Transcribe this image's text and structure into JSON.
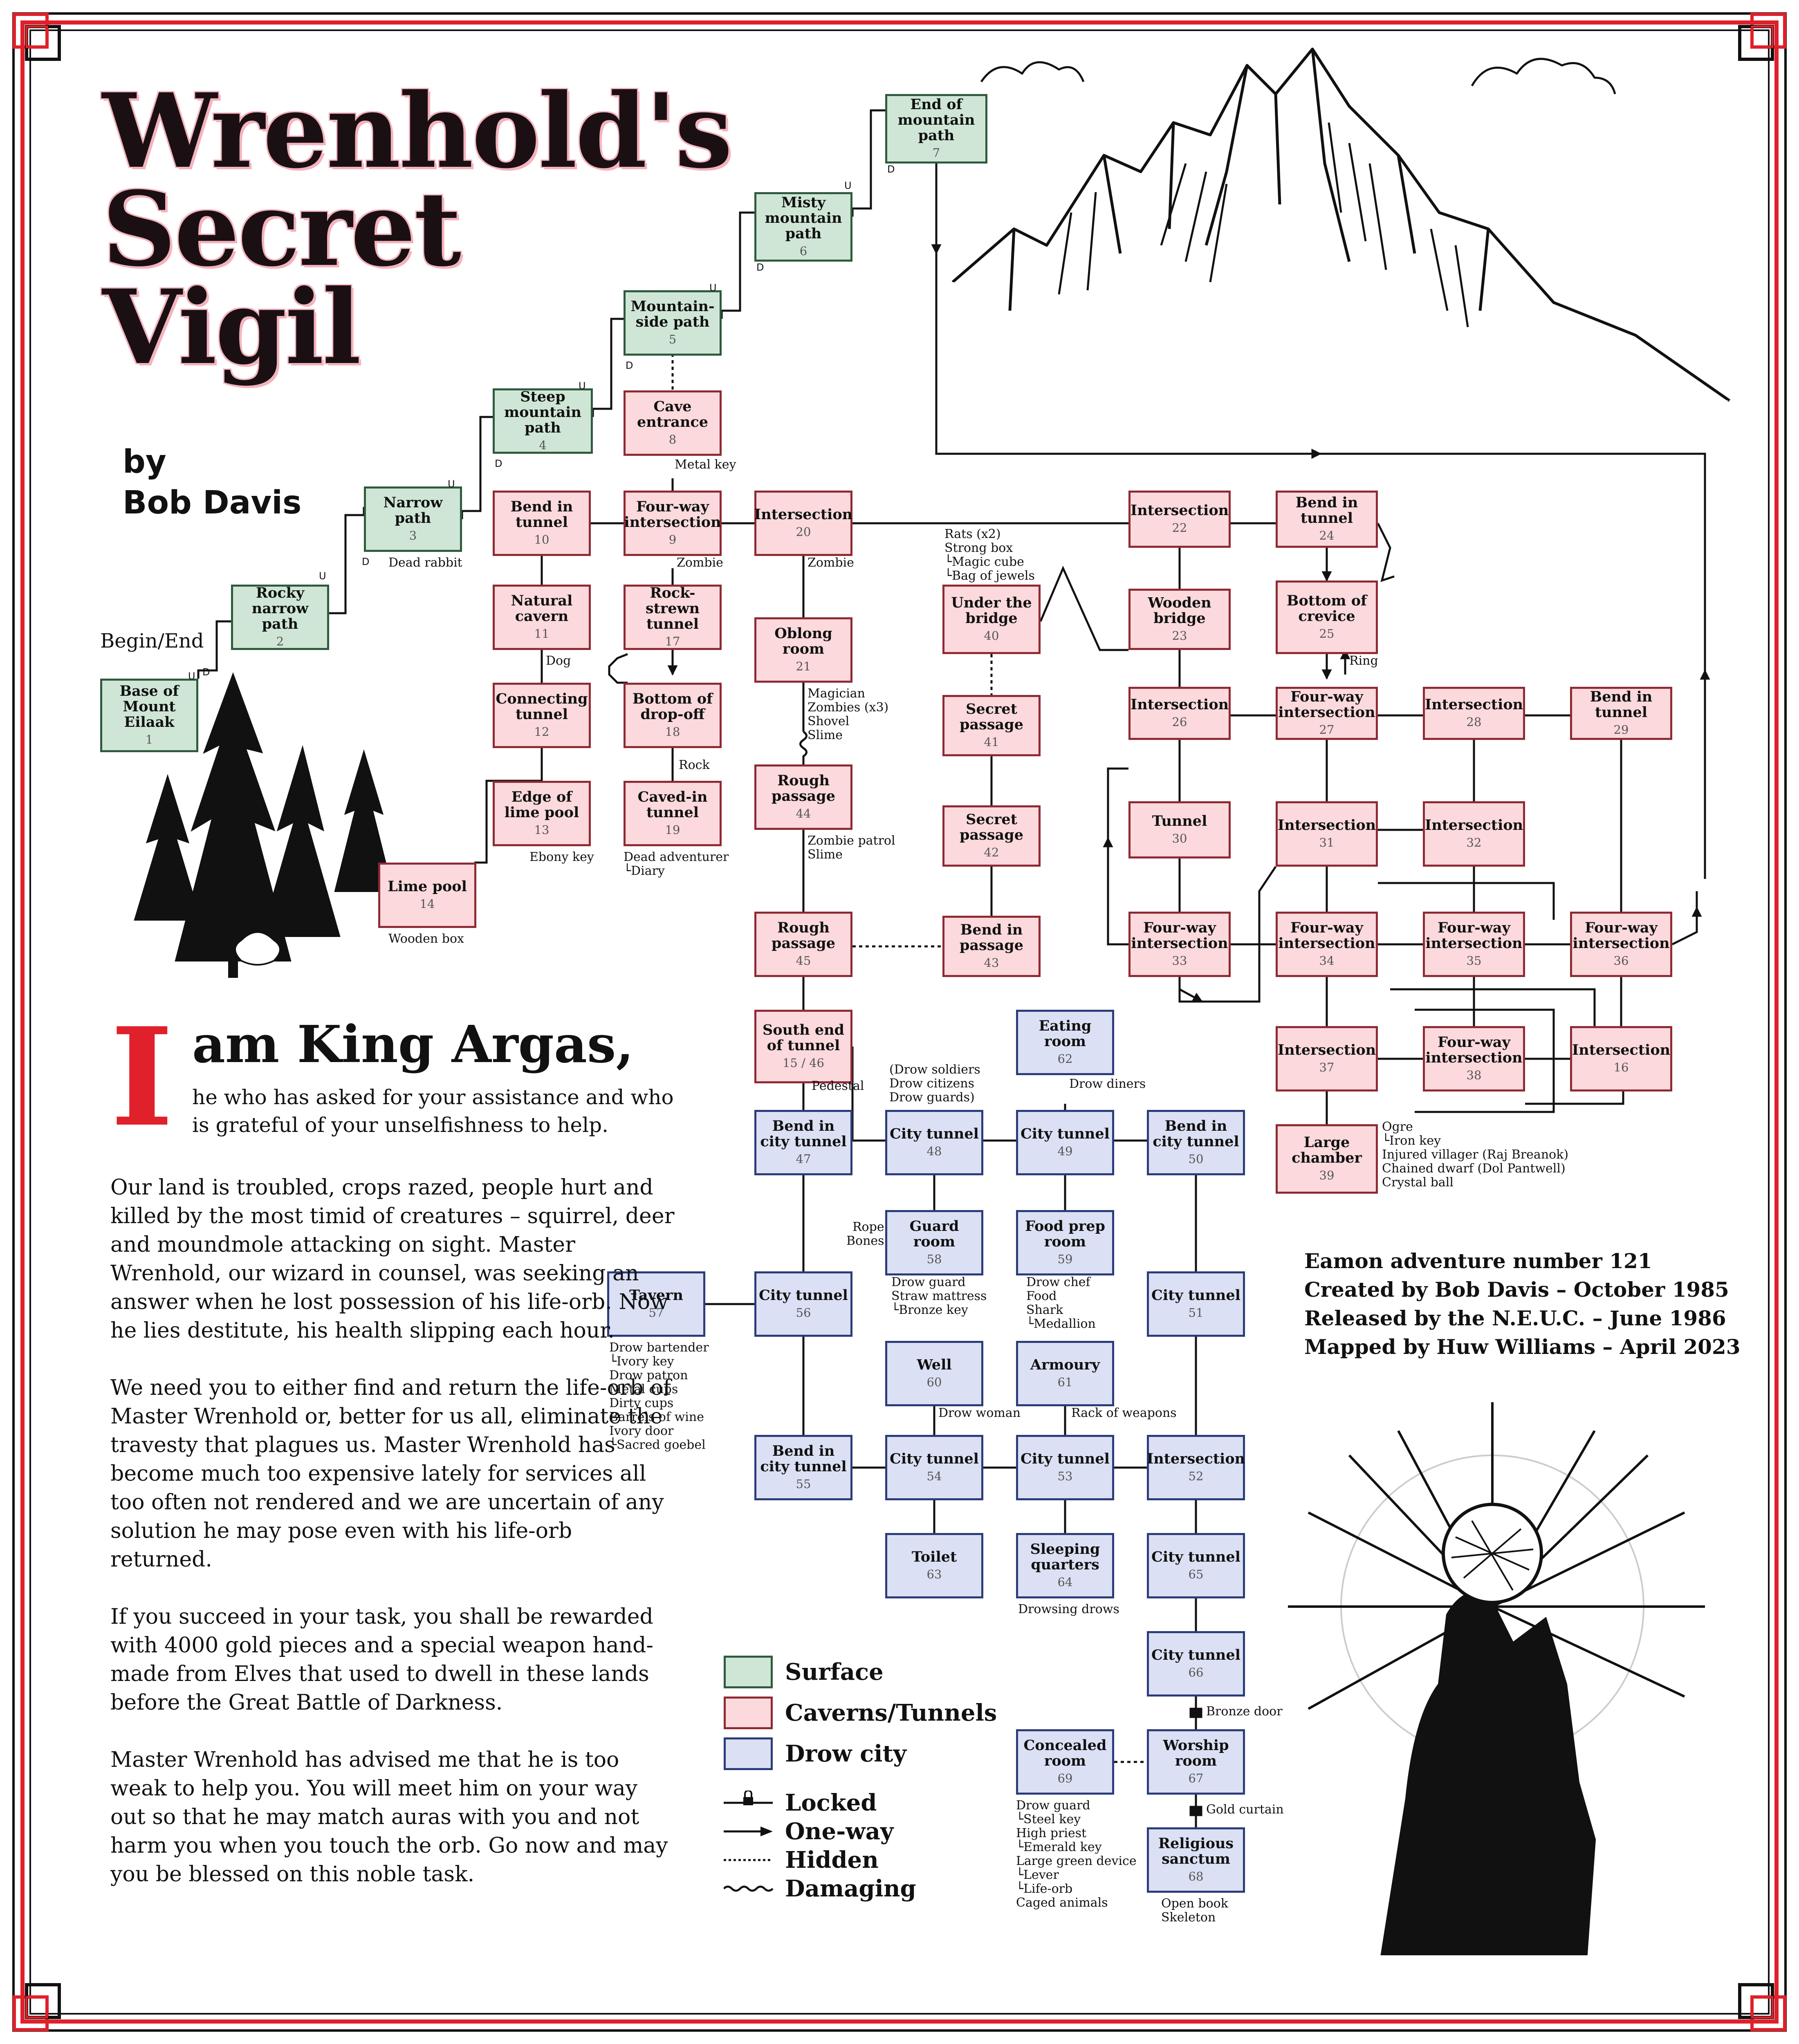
{
  "title": [
    "Wrenhold's",
    "Secret",
    "Vigil"
  ],
  "byline": {
    "by": "by",
    "author": "Bob Davis"
  },
  "begin_end": "Begin/End",
  "colors": {
    "surface": "#cfe6d6",
    "caverns": "#fbd9dc",
    "drow": "#dbe0f4",
    "accent": "#e0202a"
  },
  "rooms": [
    {
      "id": "r1",
      "type": "surface",
      "name": "Base of Mount Eilaak",
      "num": "1"
    },
    {
      "id": "r2",
      "type": "surface",
      "name": "Rocky narrow path",
      "num": "2"
    },
    {
      "id": "r3",
      "type": "surface",
      "name": "Narrow path",
      "num": "3"
    },
    {
      "id": "r4",
      "type": "surface",
      "name": "Steep mountain path",
      "num": "4"
    },
    {
      "id": "r5",
      "type": "surface",
      "name": "Mountain-side path",
      "num": "5"
    },
    {
      "id": "r6",
      "type": "surface",
      "name": "Misty mountain path",
      "num": "6"
    },
    {
      "id": "r7",
      "type": "surface",
      "name": "End of mountain path",
      "num": "7"
    },
    {
      "id": "r8",
      "type": "cave",
      "name": "Cave entrance",
      "num": "8"
    },
    {
      "id": "r9",
      "type": "cave",
      "name": "Four-way intersection",
      "num": "9"
    },
    {
      "id": "r10",
      "type": "cave",
      "name": "Bend in tunnel",
      "num": "10"
    },
    {
      "id": "r11",
      "type": "cave",
      "name": "Natural cavern",
      "num": "11"
    },
    {
      "id": "r12",
      "type": "cave",
      "name": "Connecting tunnel",
      "num": "12"
    },
    {
      "id": "r13",
      "type": "cave",
      "name": "Edge of lime pool",
      "num": "13"
    },
    {
      "id": "r14",
      "type": "cave",
      "name": "Lime pool",
      "num": "14"
    },
    {
      "id": "r17",
      "type": "cave",
      "name": "Rock-strewn tunnel",
      "num": "17"
    },
    {
      "id": "r18",
      "type": "cave",
      "name": "Bottom of drop-off",
      "num": "18"
    },
    {
      "id": "r19",
      "type": "cave",
      "name": "Caved-in tunnel",
      "num": "19"
    },
    {
      "id": "r20",
      "type": "cave",
      "name": "Intersection",
      "num": "20"
    },
    {
      "id": "r21",
      "type": "cave",
      "name": "Oblong room",
      "num": "21"
    },
    {
      "id": "r44",
      "type": "cave",
      "name": "Rough passage",
      "num": "44"
    },
    {
      "id": "r45",
      "type": "cave",
      "name": "Rough passage",
      "num": "45"
    },
    {
      "id": "r15",
      "type": "cave",
      "name": "South end of tunnel",
      "num": "15 / 46"
    },
    {
      "id": "r40",
      "type": "cave",
      "name": "Under the bridge",
      "num": "40"
    },
    {
      "id": "r41",
      "type": "cave",
      "name": "Secret passage",
      "num": "41"
    },
    {
      "id": "r42",
      "type": "cave",
      "name": "Secret passage",
      "num": "42"
    },
    {
      "id": "r43",
      "type": "cave",
      "name": "Bend in passage",
      "num": "43"
    },
    {
      "id": "r22",
      "type": "cave",
      "name": "Intersection",
      "num": "22"
    },
    {
      "id": "r23",
      "type": "cave",
      "name": "Wooden bridge",
      "num": "23"
    },
    {
      "id": "r24",
      "type": "cave",
      "name": "Bend in tunnel",
      "num": "24"
    },
    {
      "id": "r25",
      "type": "cave",
      "name": "Bottom of crevice",
      "num": "25"
    },
    {
      "id": "r26",
      "type": "cave",
      "name": "Intersection",
      "num": "26"
    },
    {
      "id": "r27",
      "type": "cave",
      "name": "Four-way intersection",
      "num": "27"
    },
    {
      "id": "r28",
      "type": "cave",
      "name": "Intersection",
      "num": "28"
    },
    {
      "id": "r29",
      "type": "cave",
      "name": "Bend in tunnel",
      "num": "29"
    },
    {
      "id": "r30",
      "type": "cave",
      "name": "Tunnel",
      "num": "30"
    },
    {
      "id": "r31",
      "type": "cave",
      "name": "Intersection",
      "num": "31"
    },
    {
      "id": "r32",
      "type": "cave",
      "name": "Intersection",
      "num": "32"
    },
    {
      "id": "r33",
      "type": "cave",
      "name": "Four-way intersection",
      "num": "33"
    },
    {
      "id": "r34",
      "type": "cave",
      "name": "Four-way intersection",
      "num": "34"
    },
    {
      "id": "r35",
      "type": "cave",
      "name": "Four-way intersection",
      "num": "35"
    },
    {
      "id": "r36",
      "type": "cave",
      "name": "Four-way intersection",
      "num": "36"
    },
    {
      "id": "r37",
      "type": "cave",
      "name": "Intersection",
      "num": "37"
    },
    {
      "id": "r38",
      "type": "cave",
      "name": "Four-way intersection",
      "num": "38"
    },
    {
      "id": "r16",
      "type": "cave",
      "name": "Intersection",
      "num": "16"
    },
    {
      "id": "r39",
      "type": "cave",
      "name": "Large chamber",
      "num": "39"
    },
    {
      "id": "r47",
      "type": "drow",
      "name": "Bend in city tunnel",
      "num": "47"
    },
    {
      "id": "r48",
      "type": "drow",
      "name": "City tunnel",
      "num": "48"
    },
    {
      "id": "r49",
      "type": "drow",
      "name": "City tunnel",
      "num": "49"
    },
    {
      "id": "r50",
      "type": "drow",
      "name": "Bend in city tunnel",
      "num": "50"
    },
    {
      "id": "r62",
      "type": "drow",
      "name": "Eating room",
      "num": "62"
    },
    {
      "id": "r58",
      "type": "drow",
      "name": "Guard room",
      "num": "58"
    },
    {
      "id": "r59",
      "type": "drow",
      "name": "Food prep room",
      "num": "59"
    },
    {
      "id": "r57",
      "type": "drow",
      "name": "Tavern",
      "num": "57"
    },
    {
      "id": "r56",
      "type": "drow",
      "name": "City tunnel",
      "num": "56"
    },
    {
      "id": "r51",
      "type": "drow",
      "name": "City tunnel",
      "num": "51"
    },
    {
      "id": "r60",
      "type": "drow",
      "name": "Well",
      "num": "60"
    },
    {
      "id": "r61",
      "type": "drow",
      "name": "Armoury",
      "num": "61"
    },
    {
      "id": "r55",
      "type": "drow",
      "name": "Bend in city tunnel",
      "num": "55"
    },
    {
      "id": "r54",
      "type": "drow",
      "name": "City tunnel",
      "num": "54"
    },
    {
      "id": "r53",
      "type": "drow",
      "name": "City tunnel",
      "num": "53"
    },
    {
      "id": "r52",
      "type": "drow",
      "name": "Intersection",
      "num": "52"
    },
    {
      "id": "r63",
      "type": "drow",
      "name": "Toilet",
      "num": "63"
    },
    {
      "id": "r64",
      "type": "drow",
      "name": "Sleeping quarters",
      "num": "64"
    },
    {
      "id": "r65",
      "type": "drow",
      "name": "City tunnel",
      "num": "65"
    },
    {
      "id": "r66",
      "type": "drow",
      "name": "City tunnel",
      "num": "66"
    },
    {
      "id": "r69",
      "type": "drow",
      "name": "Concealed room",
      "num": "69"
    },
    {
      "id": "r67",
      "type": "drow",
      "name": "Worship room",
      "num": "67"
    },
    {
      "id": "r68",
      "type": "drow",
      "name": "Religious sanctum",
      "num": "68"
    }
  ],
  "annotations": [
    {
      "id": "a3",
      "text": "Dead rabbit"
    },
    {
      "id": "a8",
      "text": "Metal key"
    },
    {
      "id": "a9",
      "text": "Zombie"
    },
    {
      "id": "a20",
      "text": "Zombie"
    },
    {
      "id": "a11",
      "text": "Dog"
    },
    {
      "id": "a13",
      "text": "Ebony key"
    },
    {
      "id": "a14",
      "text": "Wooden box"
    },
    {
      "id": "a18",
      "text": "Rock"
    },
    {
      "id": "a19",
      "text": "Dead adventurer\n└Diary"
    },
    {
      "id": "a21",
      "text": "Magician\nZombies (x3)\nShovel\nSlime"
    },
    {
      "id": "a44",
      "text": "Zombie patrol\nSlime"
    },
    {
      "id": "a15",
      "text": "Pedestal"
    },
    {
      "id": "a40",
      "text": "Rats (x2)\nStrong box\n└Magic cube\n└Bag of jewels"
    },
    {
      "id": "a25",
      "text": "Ring"
    },
    {
      "id": "a39",
      "text": "Ogre\n└Iron key\nInjured villager (Raj Breanok)\nChained dwarf (Dol Pantwell)\nCrystal ball"
    },
    {
      "id": "a48",
      "text": "(Drow soldiers\nDrow citizens\nDrow guards)"
    },
    {
      "id": "a62",
      "text": "Drow diners"
    },
    {
      "id": "a58l",
      "text": "Rope\nBones"
    },
    {
      "id": "a58",
      "text": "Drow guard\nStraw mattress\n└Bronze key"
    },
    {
      "id": "a59",
      "text": "Drow chef\nFood\nShark\n└Medallion"
    },
    {
      "id": "a57",
      "text": "Drow bartender\n└Ivory key\nDrow patron\nMetal cups\nDirty cups\nBarrels of wine\nIvory door\n└Sacred goebel"
    },
    {
      "id": "a60",
      "text": "Drow woman"
    },
    {
      "id": "a61",
      "text": "Rack of weapons"
    },
    {
      "id": "a64",
      "text": "Drowsing drows"
    },
    {
      "id": "a66",
      "text": "Bronze door"
    },
    {
      "id": "a67",
      "text": "Gold curtain"
    },
    {
      "id": "a69",
      "text": "Drow guard\n└Steel key\nHigh priest\n└Emerald key\nLarge green device\n└Lever\n└Life-orb\nCaged animals"
    },
    {
      "id": "a68",
      "text": "Open book\nSkeleton"
    }
  ],
  "story": {
    "dropcap": "I",
    "headline": "am King Argas,",
    "subhead": "he who has asked for your assistance and who is grateful of your unselfishness to help.",
    "paragraphs": [
      "Our land is troubled, crops razed, people hurt and killed by the most timid of creatures – squirrel, deer and moundmole attacking on sight. Master Wrenhold, our wizard in counsel, was seeking an answer when he lost possession of his life-orb. Now he lies destitute, his health slipping each hour.",
      "We need you to either find and return the life-orb of Master Wrenhold or, better for us all, eliminate the travesty that plagues us. Master Wrenhold has become much too expensive lately for services all too often not rendered and we are uncertain of any solution he may pose even with his life-orb returned.",
      "If you succeed in your task, you shall be rewarded with 4000 gold pieces and a special weapon hand-made from Elves that used to dwell in these lands before the Great Battle of Darkness.",
      "Master Wrenhold has advised me that he is too weak to help you. You will meet him on your way out so that he may match auras with you and not harm you when you touch the orb. Go now and may you be blessed on this noble task."
    ]
  },
  "info": [
    "Eamon adventure number 121",
    "Created by Bob Davis – October 1985",
    "Released by the N.E.U.C. – June 1986",
    "Mapped by Huw Williams – April 2023"
  ],
  "legend": {
    "surface": "Surface",
    "caverns": "Caverns/Tunnels",
    "drow": "Drow city",
    "locked": "Locked",
    "oneway": "One-way",
    "hidden": "Hidden",
    "damaging": "Damaging"
  },
  "ud": {
    "u": "U",
    "d": "D"
  }
}
